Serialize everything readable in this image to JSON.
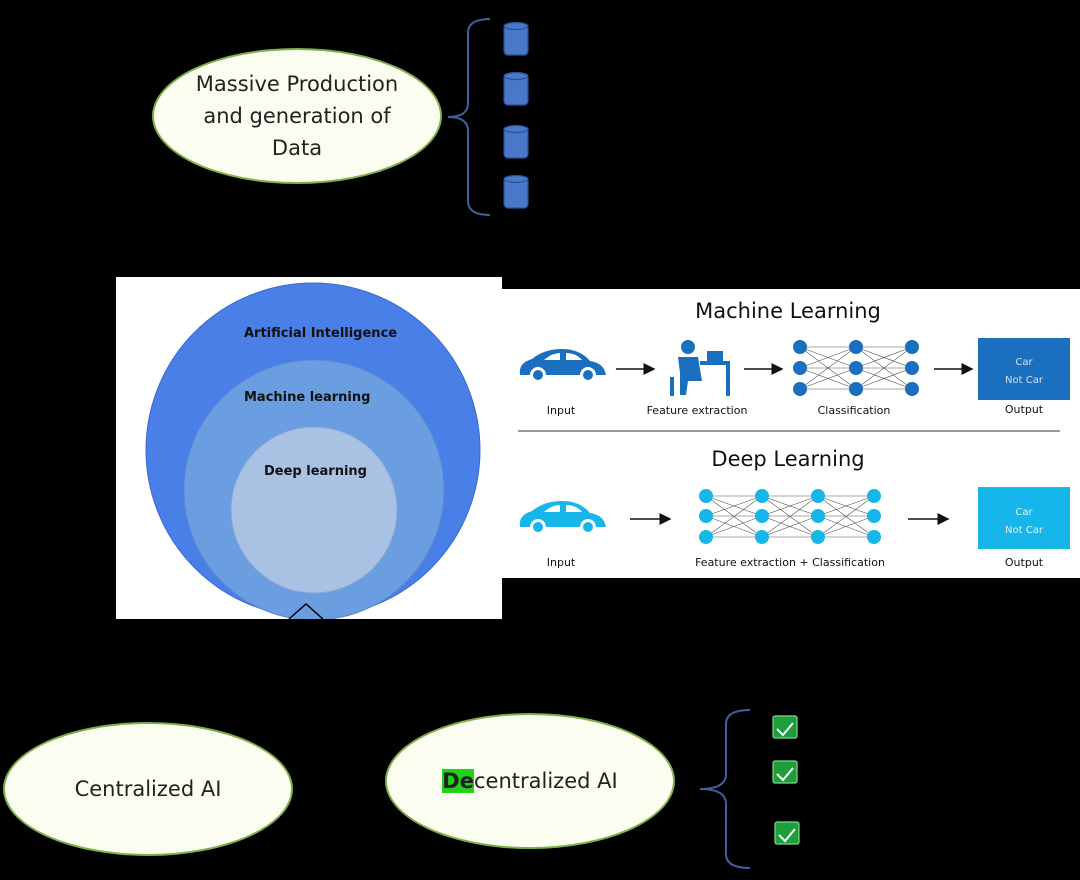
{
  "top_bubble": {
    "text": "Massive Production and generation of Data"
  },
  "ai_diagram": {
    "outer_label": "Artificial Intelligence",
    "middle_label": "Machine learning",
    "inner_label": "Deep learning",
    "colors": {
      "outer": "#4a7fe8",
      "middle": "#6a9ee0",
      "inner": "#a9c1e3"
    }
  },
  "comparison": {
    "ml_title": "Machine Learning",
    "ml_steps": [
      "Input",
      "Feature extraction",
      "Classification",
      "Output"
    ],
    "ml_output": [
      "Car",
      "Not Car"
    ],
    "dl_title": "Deep Learning",
    "dl_steps": [
      "Input",
      "Feature extraction + Classification",
      "Output"
    ],
    "dl_output": [
      "Car",
      "Not Car"
    ],
    "colors": {
      "ml": "#1b6fbf",
      "dl": "#17b6ea"
    }
  },
  "bottom": {
    "centralized": "Centralized AI",
    "decentralized_highlight": "De",
    "decentralized_rest": "centralized AI"
  }
}
